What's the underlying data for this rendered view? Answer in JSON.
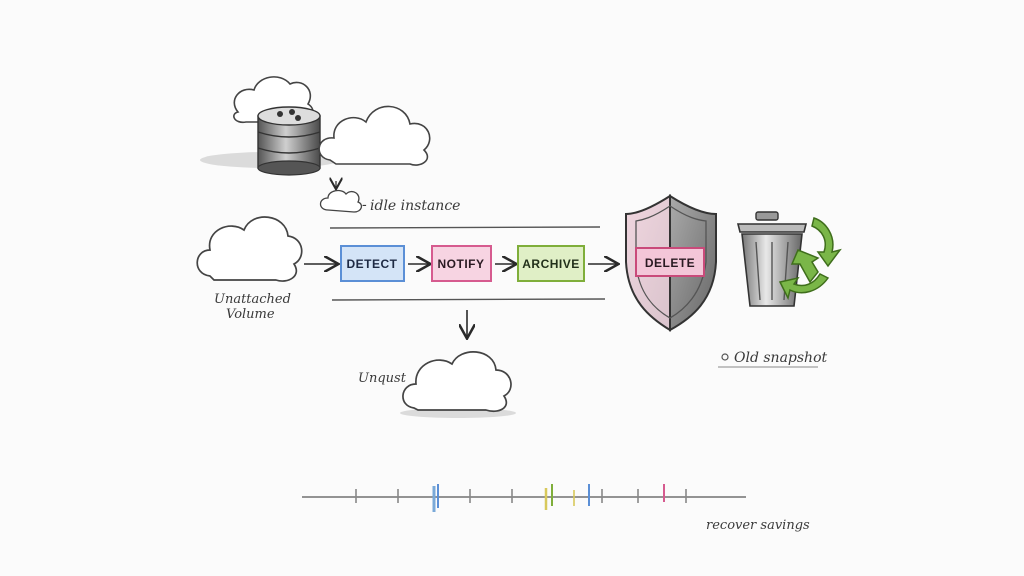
{
  "labels": {
    "idle_instance": "idle instance",
    "unattached_line1": "Unattached",
    "unattached_line2": "Volume",
    "unquest": "Unqust",
    "old_snapshot": "Old snapshot",
    "recover_savings": "recover savings"
  },
  "steps": [
    {
      "label": "DETECT",
      "color": "#5b8fd6",
      "fill": "#d4e4f7"
    },
    {
      "label": "NOTIFY",
      "color": "#d65b8f",
      "fill": "#f7d4e2"
    },
    {
      "label": "ARCHIVE",
      "color": "#7fae3a",
      "fill": "#e0efc6"
    },
    {
      "label": "DELETE",
      "color": "#c94a7a",
      "fill": "#f3c6d8"
    }
  ],
  "colors": {
    "ink": "#3a3a3a",
    "recycle_green": "#5c9a2c"
  },
  "icons": [
    "cloud-icon",
    "database-icon",
    "shield-icon",
    "trash-can-icon",
    "recycle-arrows-icon"
  ]
}
